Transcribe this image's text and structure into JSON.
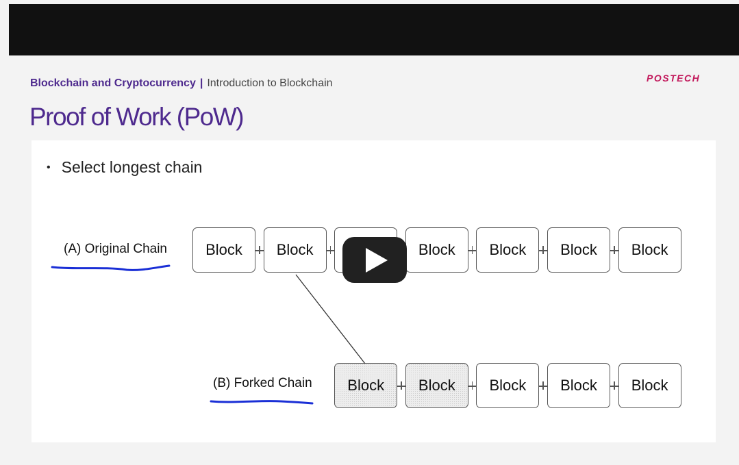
{
  "header": {
    "course": "Blockchain and Cryptocurrency",
    "separator": "|",
    "lecture": "Introduction to Blockchain",
    "logo": "POSTECH"
  },
  "slide": {
    "title": "Proof of Work (PoW)",
    "bullet": "Select longest chain",
    "original_chain": {
      "label": "(A) Original Chain",
      "blocks": [
        "Block",
        "Block",
        "Block",
        "Block",
        "Block",
        "Block",
        "Block"
      ]
    },
    "forked_chain": {
      "label": "(B) Forked Chain",
      "blocks": [
        "Block",
        "Block",
        "Block",
        "Block",
        "Block"
      ]
    },
    "annotation_color": "#1a2fd6"
  },
  "video": {
    "play_icon": "play-icon"
  }
}
